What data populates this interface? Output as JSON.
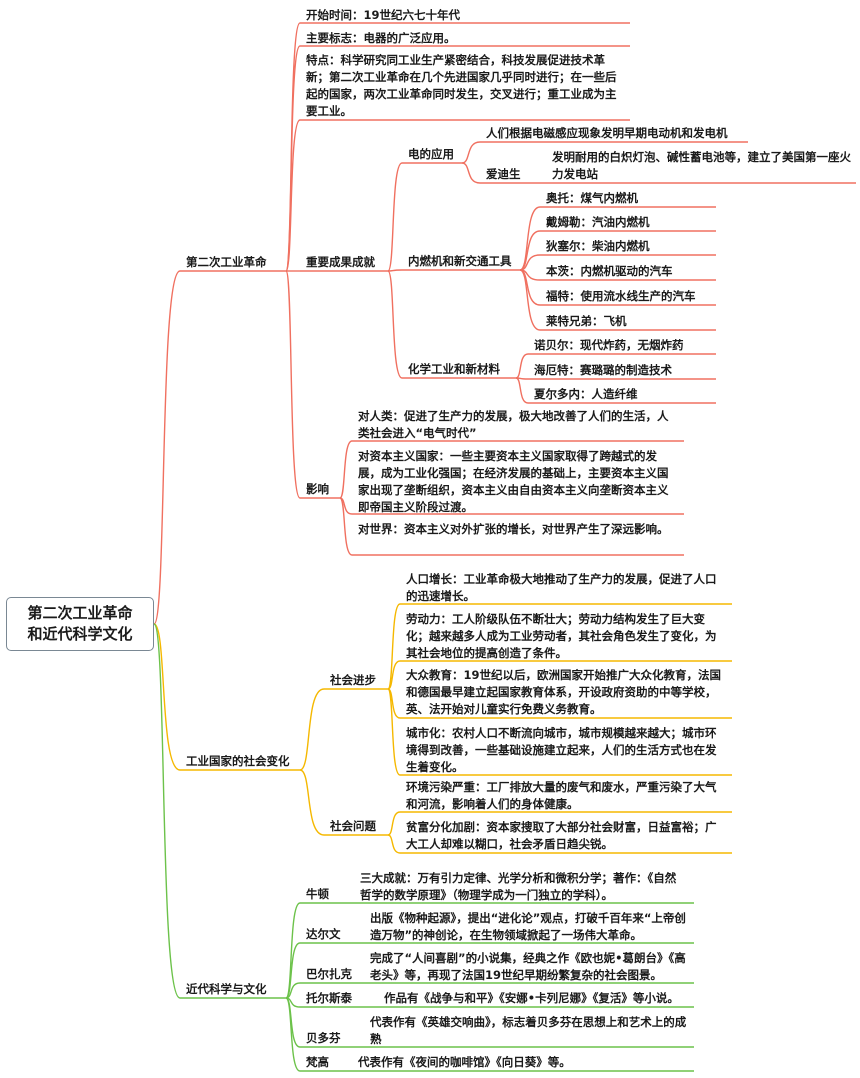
{
  "root": "第二次工业革命和近代科学文化",
  "branches": [
    {
      "label": "第二次工业革命",
      "color": "#f07060",
      "items": [
        {
          "label": "开始时间：19世纪六七十年代"
        },
        {
          "label": "主要标志：电器的广泛应用。"
        },
        {
          "label": "特点：科学研究同工业生产紧密结合，科技发展促进技术革新；第二次工业革命在几个先进国家几乎同时进行；在一些后起的国家，两次工业革命同时发生，交叉进行；重工业成为主要工业。"
        },
        {
          "label": "重要成果成就",
          "children": [
            {
              "label": "电的应用",
              "children": [
                {
                  "label": "人们根据电磁感应现象发明早期电动机和发电机"
                },
                {
                  "label": "爱迪生",
                  "detail": "发明耐用的白炽灯泡、碱性蓄电池等，建立了美国第一座火力发电站"
                }
              ]
            },
            {
              "label": "内燃机和新交通工具",
              "children": [
                {
                  "label": "奥托：煤气内燃机"
                },
                {
                  "label": "戴姆勒：汽油内燃机"
                },
                {
                  "label": "狄塞尔：柴油内燃机"
                },
                {
                  "label": "本茨：内燃机驱动的汽车"
                },
                {
                  "label": "福特：使用流水线生产的汽车"
                },
                {
                  "label": "莱特兄弟：飞机"
                }
              ]
            },
            {
              "label": "化学工业和新材料",
              "children": [
                {
                  "label": "诺贝尔：现代炸药，无烟炸药"
                },
                {
                  "label": "海厄特：赛璐璐的制造技术"
                },
                {
                  "label": "夏尔多内：人造纤维"
                }
              ]
            }
          ]
        },
        {
          "label": "影响",
          "children": [
            {
              "label": "对人类：促进了生产力的发展，极大地改善了人们的生活，人类社会进入“电气时代”"
            },
            {
              "label": "对资本主义国家：一些主要资本主义国家取得了跨越式的发展，成为工业化强国；在经济发展的基础上，主要资本主义国家出现了垄断组织，资本主义由自由资本主义向垄断资本主义即帝国主义阶段过渡。"
            },
            {
              "label": "对世界：资本主义对外扩张的增长，对世界产生了深远影响。"
            }
          ]
        }
      ]
    },
    {
      "label": "工业国家的社会变化",
      "color": "#f5b800",
      "items": [
        {
          "label": "社会进步",
          "children": [
            {
              "label": "人口增长：工业革命极大地推动了生产力的发展，促进了人口的迅速增长。"
            },
            {
              "label": "劳动力：工人阶级队伍不断壮大；劳动力结构发生了巨大变化；越来越多人成为工业劳动者，其社会角色发生了变化，为其社会地位的提高创造了条件。"
            },
            {
              "label": "大众教育：19世纪以后，欧洲国家开始推广大众化教育，法国和德国最早建立起国家教育体系，开设政府资助的中等学校，英、法开始对儿童实行免费义务教育。"
            },
            {
              "label": "城市化：农村人口不断流向城市，城市规模越来越大；城市环境得到改善，一些基础设施建立起来，人们的生活方式也在发生着变化。"
            }
          ]
        },
        {
          "label": "社会问题",
          "children": [
            {
              "label": "环境污染严重：工厂排放大量的废气和废水，严重污染了大气和河流，影响着人们的身体健康。"
            },
            {
              "label": "贫富分化加剧：资本家搜取了大部分社会财富，日益富裕；广大工人却难以糊口，社会矛盾日趋尖锐。"
            }
          ]
        }
      ]
    },
    {
      "label": "近代科学与文化",
      "color": "#6cc24a",
      "items": [
        {
          "label": "牛顿",
          "detail": "三大成就：万有引力定律、光学分析和微积分学；著作：《自然哲学的数学原理》（物理学成为一门独立的学科）。"
        },
        {
          "label": "达尔文",
          "detail": "出版《物种起源》，提出“进化论”观点，打破千百年来“上帝创造万物”的神创论，在生物领域掀起了一场伟大革命。"
        },
        {
          "label": "巴尔扎克",
          "detail": "完成了“人间喜剧”的小说集，经典之作《欧也妮•葛朗台》《高老头》等，再现了法国19世纪早期纷繁复杂的社会图景。"
        },
        {
          "label": "托尔斯泰",
          "detail": "作品有《战争与和平》《安娜•卡列尼娜》《复活》等小说。"
        },
        {
          "label": "贝多芬",
          "detail": "代表作有《英雄交响曲》，标志着贝多芬在思想上和艺术上的成熟"
        },
        {
          "label": "梵高",
          "detail": "代表作有《夜间的咖啡馆》《向日葵》等。"
        }
      ]
    }
  ]
}
